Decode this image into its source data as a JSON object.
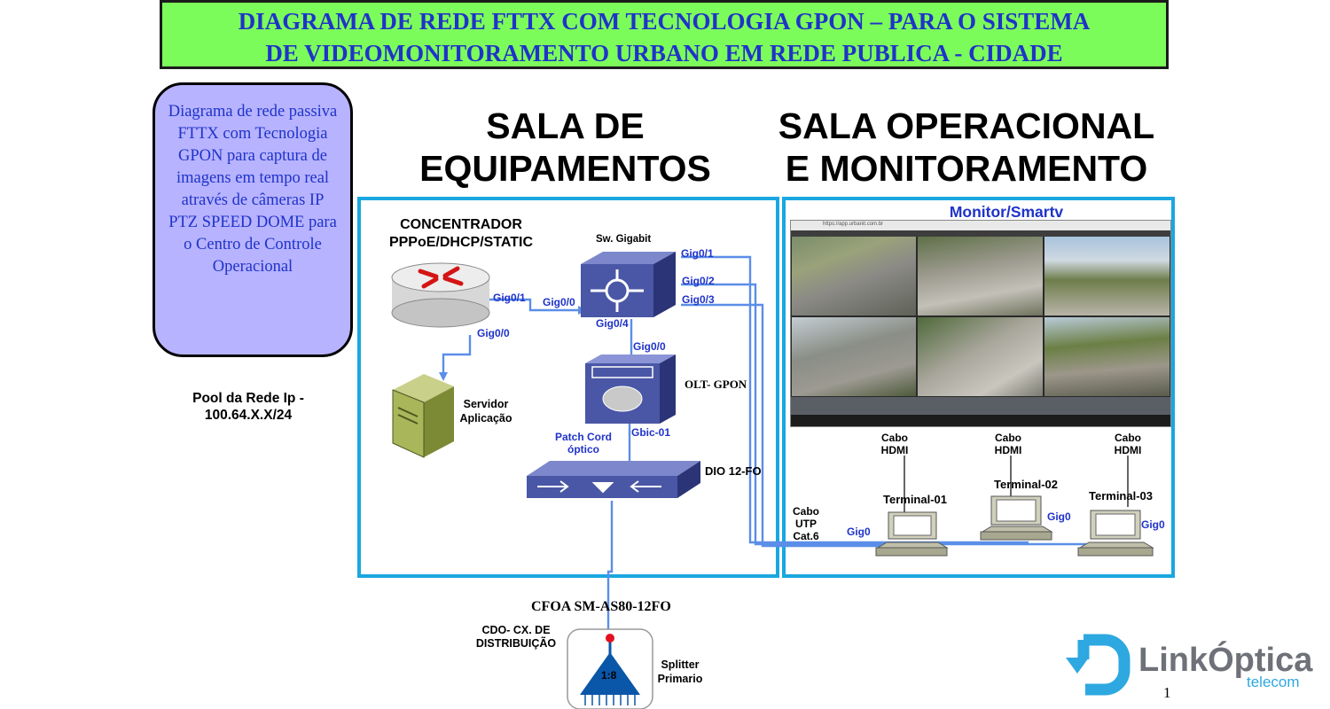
{
  "title": {
    "line1": "DIAGRAMA  DE REDE FTTX COM TECNOLOGIA GPON – PARA O SISTEMA",
    "line2": "DE VIDEOMONITORAMENTO URBANO EM REDE PUBLICA - CIDADE"
  },
  "description": "Diagrama de rede passiva FTTX com Tecnologia GPON para captura de imagens em tempo real através de câmeras IP PTZ SPEED DOME  para o Centro de Controle Operacional",
  "pool": {
    "line1": "Pool da Rede Ip -",
    "line2": "100.64.X.X/24"
  },
  "rooms": {
    "equipment": {
      "line1": "SALA DE",
      "line2": "EQUIPAMENTOS"
    },
    "operational": {
      "line1": "SALA OPERACIONAL",
      "line2": "E MONITORAMENTO"
    }
  },
  "equipment": {
    "concentrator": {
      "line1": "CONCENTRADOR",
      "line2": "PPPoE/DHCP/STATIC"
    },
    "switch": "Sw. Gigabit",
    "server": {
      "line1": "Servidor",
      "line2": "Aplicação"
    },
    "olt": "OLT- GPON",
    "dio": "DIO 12-FO",
    "patch_cord": {
      "line1": "Patch Cord",
      "line2": "óptico"
    }
  },
  "ports": {
    "router_gig01": "Gig0/1",
    "router_gig00": "Gig0/0",
    "switch_gig00": "Gig0/0",
    "switch_gig01": "Gig0/1",
    "switch_gig02": "Gig0/2",
    "switch_gig03": "Gig0/3",
    "switch_gig04": "Gig0/4",
    "olt_gig00": "Gig0/0",
    "olt_gbic": "Gbic-01"
  },
  "monitoring": {
    "monitor_title": "Monitor/Smartv",
    "browser_url": "https://app.urbanit.com.br",
    "hdmi_labels": [
      {
        "line1": "Cabo",
        "line2": "HDMI"
      },
      {
        "line1": "Cabo",
        "line2": "HDMI"
      },
      {
        "line1": "Cabo",
        "line2": "HDMI"
      }
    ],
    "terminals": [
      "Terminal-01",
      "Terminal-02",
      "Terminal-03"
    ],
    "terminal_ports": [
      "Gig0",
      "Gig0",
      "Gig0"
    ],
    "utp": {
      "line1": "Cabo",
      "line2": "UTP",
      "line3": "Cat.6"
    }
  },
  "field": {
    "cfoa": "CFOA SM-AS80-12FO",
    "cdo": {
      "line1": "CDO- CX. DE",
      "line2": "DISTRIBUIÇÃO"
    },
    "splitter_ratio": "1:8",
    "splitter": {
      "line1": "Splitter",
      "line2": "Primario"
    }
  },
  "logo": {
    "name": "LinkÓptica",
    "sub": "telecom"
  },
  "page_number": "1",
  "colors": {
    "title_bg": "#7cfc5a",
    "title_text": "#1f33c9",
    "desc_bg": "#b7b3ff",
    "room_border": "#1aa7e0",
    "link_line": "#5b8ee8",
    "logo_blue": "#2da8e0",
    "logo_gray": "#6f7179"
  }
}
